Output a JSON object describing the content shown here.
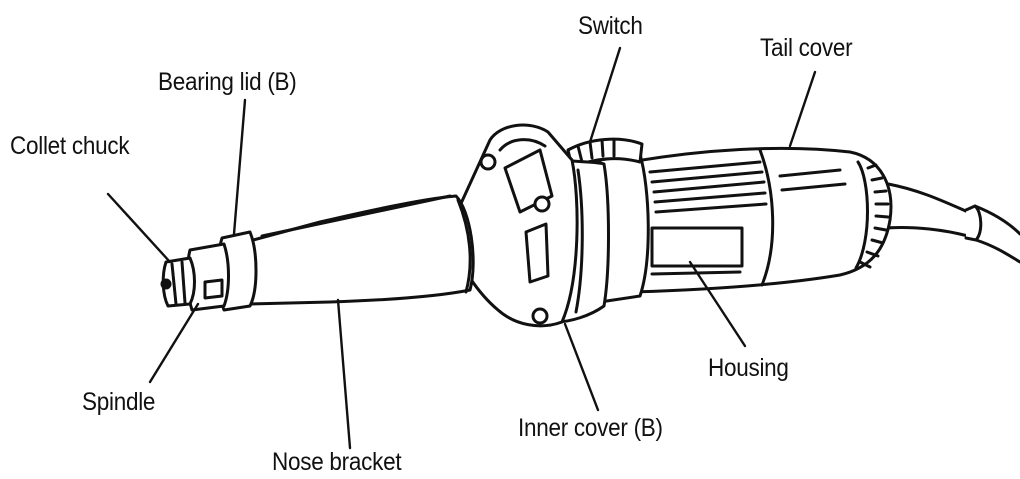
{
  "colors": {
    "ink": "#111111",
    "paper": "#ffffff"
  },
  "labels": {
    "switch": "Switch",
    "tail_cover": "Tail cover",
    "bearing_lid": "Bearing lid (B)",
    "collet_chuck": "Collet chuck",
    "spindle": "Spindle",
    "nose_bracket": "Nose bracket",
    "inner_cover": "Inner cover (B)",
    "housing": "Housing"
  },
  "icons": {
    "tool": "die-grinder-line-drawing"
  }
}
